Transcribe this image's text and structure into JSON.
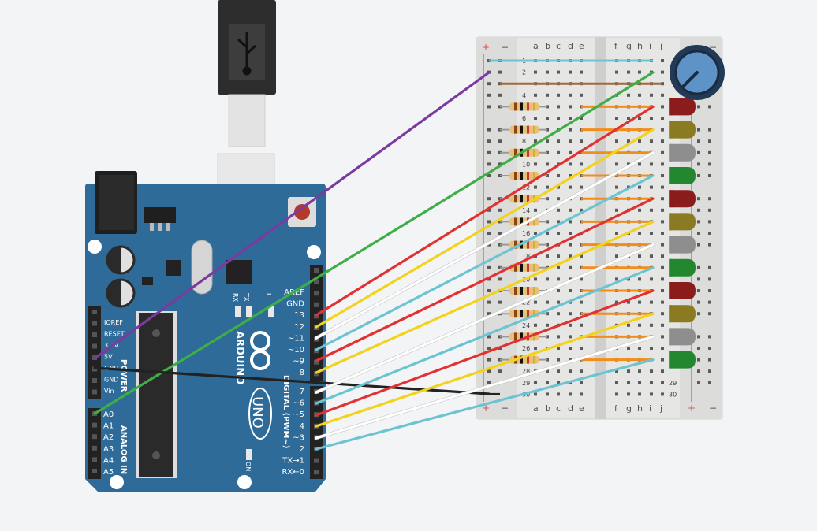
{
  "board": {
    "brand": "ARDUINO",
    "model": "UNO",
    "digital_label": "DIGITAL (PWM~)",
    "power_label": "POWER",
    "analog_label": "ANALOG IN",
    "on_label": "ON",
    "tx_label": "TX",
    "rx_label": "RX",
    "l_label": "L",
    "left_header_labels": [
      "IOREF",
      "RESET",
      "3.3V",
      "5V",
      "GND",
      "GND",
      "Vin"
    ],
    "analog_pins": [
      "A0",
      "A1",
      "A2",
      "A3",
      "A4",
      "A5"
    ],
    "digital_top": [
      "AREF",
      "GND",
      "13",
      "12",
      "~11",
      "~10",
      "~9",
      "8"
    ],
    "digital_bottom": [
      "7",
      "~6",
      "~5",
      "4",
      "~3",
      "2",
      "TX→1",
      "RX←0"
    ]
  },
  "breadboard": {
    "col_letters_left": [
      "a",
      "b",
      "c",
      "d",
      "e"
    ],
    "col_letters_right": [
      "f",
      "g",
      "h",
      "i",
      "j"
    ],
    "plus": "+",
    "minus": "−",
    "row_numbers": [
      "1",
      "2",
      "4",
      "6",
      "8",
      "10",
      "12",
      "14",
      "16",
      "18",
      "20",
      "22",
      "24",
      "26",
      "28",
      "29",
      "30"
    ]
  },
  "leds": [
    {
      "color": "#8b1c1c"
    },
    {
      "color": "#8a7a22"
    },
    {
      "color": "#8e8e8e"
    },
    {
      "color": "#23872f"
    },
    {
      "color": "#8b1c1c"
    },
    {
      "color": "#8a7a22"
    },
    {
      "color": "#8e8e8e"
    },
    {
      "color": "#23872f"
    },
    {
      "color": "#8b1c1c"
    },
    {
      "color": "#8a7a22"
    },
    {
      "color": "#8e8e8e"
    },
    {
      "color": "#23872f"
    }
  ],
  "wires": [
    {
      "from": "5V",
      "to": "breadboard-rail",
      "color": "#7b3aa0"
    },
    {
      "from": "A0",
      "to": "breadboard-j3",
      "color": "#3fae49"
    },
    {
      "from": "GND",
      "to": "breadboard-rail-30",
      "color": "#222222"
    },
    {
      "from": "13",
      "to": "j5",
      "color": "#e03232"
    },
    {
      "from": "12",
      "to": "j7",
      "color": "#f2d21b"
    },
    {
      "from": "~11",
      "to": "j9",
      "color": "#ffffff"
    },
    {
      "from": "~10",
      "to": "j11",
      "color": "#6cc4d2"
    },
    {
      "from": "~9",
      "to": "j13",
      "color": "#e03232"
    },
    {
      "from": "8",
      "to": "j15",
      "color": "#f2d21b"
    },
    {
      "from": "7",
      "to": "j17",
      "color": "#ffffff"
    },
    {
      "from": "~6",
      "to": "j19",
      "color": "#6cc4d2"
    },
    {
      "from": "~5",
      "to": "j21",
      "color": "#e03232"
    },
    {
      "from": "4",
      "to": "j23",
      "color": "#f2d21b"
    },
    {
      "from": "~3",
      "to": "j25",
      "color": "#ffffff"
    },
    {
      "from": "2",
      "to": "j27",
      "color": "#6cc4d2"
    }
  ],
  "colors": {
    "board_blue": "#2e6b98",
    "breadboard": "#e9e9e7",
    "background": "#f3f4f6"
  }
}
